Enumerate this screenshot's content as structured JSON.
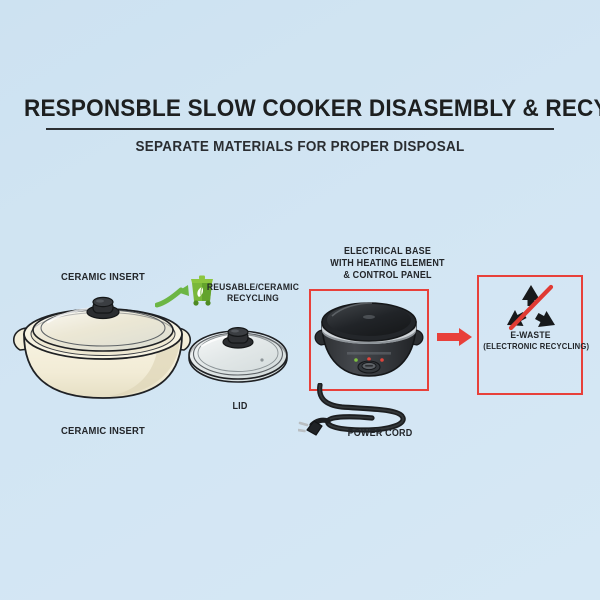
{
  "header": {
    "title": "RESPONSBLE SLOW COOKER DISASEMBLY & RECYCLING GUIDE",
    "subtitle": "SEPARATE MATERIALS FOR PROPER DISPOSAL"
  },
  "labels": {
    "ceramic_insert_top": "CERAMIC INSERT",
    "ceramic_insert_bottom": "CERAMIC INSERT",
    "lid": "LID",
    "recycling_line1": "REUSABLE/CERAMIC",
    "recycling_line2": "RECYCLING",
    "base_line1": "ELECTRICAL BASE",
    "base_line2": "WITH HEATING ELEMENT",
    "base_line3": "& CONTROL PANEL",
    "power_cord": "POWER CORD",
    "ewaste_line1": "E-WASTE",
    "ewaste_line2": "(ELECTRONIC RECYCLING)"
  },
  "icons": {
    "recycle_bin": "green-recycle-bin-icon",
    "green_arrow": "green-curved-arrow-icon",
    "red_arrow": "red-right-arrow-icon",
    "no_recycle": "crossed-out-recycling-symbol-icon",
    "ceramic_pot": "ceramic-insert-illustration",
    "glass_lid": "glass-lid-illustration",
    "electrical_base": "electrical-base-illustration",
    "power_cord": "power-cord-illustration"
  },
  "colors": {
    "background_top": "#cde2f1",
    "background_bottom": "#d6e8f5",
    "title_text": "#1d1f20",
    "recycle_green": "#7ac143",
    "bin_green_dark": "#5aa22e",
    "alert_red": "#e8403a",
    "ceramic_cream": "#f5f0db",
    "base_charcoal": "#3a3d42",
    "outline_dark": "#1f2124"
  }
}
